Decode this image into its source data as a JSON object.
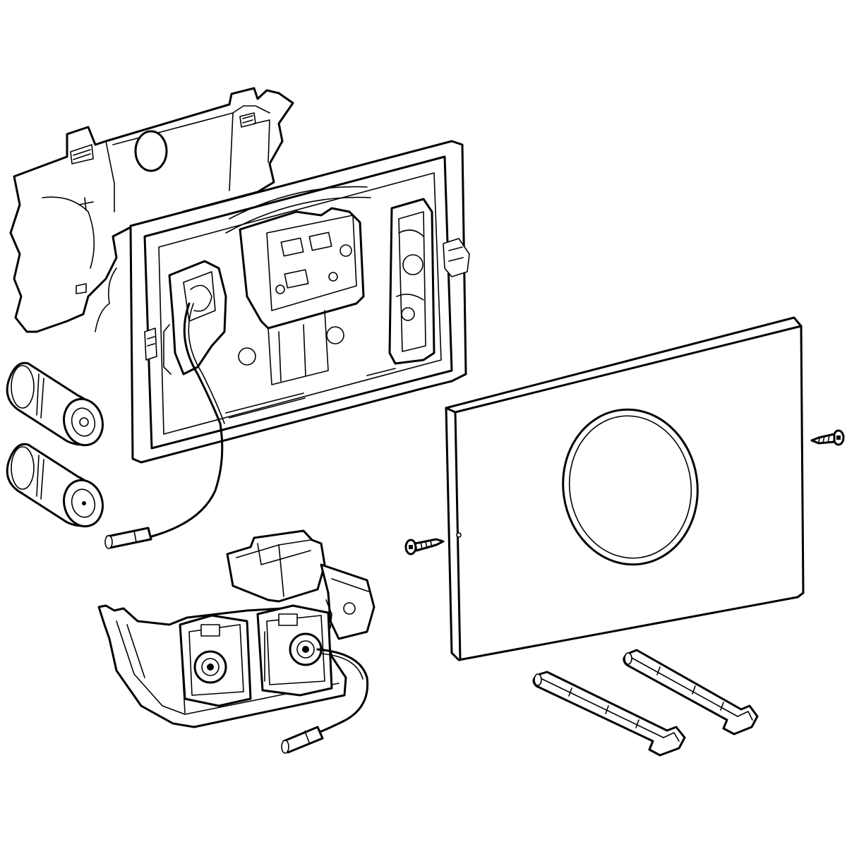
{
  "figure": {
    "kind": "exploded-view-line-drawing",
    "colors": {
      "stroke": "#000000",
      "background": "#ffffff"
    },
    "parts": [
      {
        "id": "protective-cover",
        "icon": "cover-plate-icon"
      },
      {
        "id": "mounting-frame",
        "icon": "frame-icon"
      },
      {
        "id": "battery-1",
        "icon": "battery-icon"
      },
      {
        "id": "battery-2",
        "icon": "battery-icon"
      },
      {
        "id": "control-unit",
        "icon": "electronics-module-icon"
      },
      {
        "id": "actuator-plate",
        "icon": "flush-plate-icon"
      },
      {
        "id": "fixing-screw-left",
        "icon": "screw-icon"
      },
      {
        "id": "fixing-screw-right",
        "icon": "screw-icon"
      },
      {
        "id": "actuating-rod-1",
        "icon": "rod-icon"
      },
      {
        "id": "actuating-rod-2",
        "icon": "rod-icon"
      }
    ]
  }
}
